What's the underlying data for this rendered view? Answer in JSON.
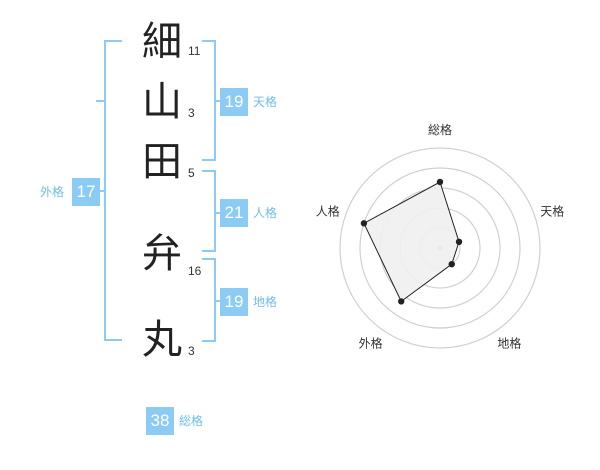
{
  "name_chars": [
    {
      "char": "細",
      "strokes": "11"
    },
    {
      "char": "山",
      "strokes": "3"
    },
    {
      "char": "田",
      "strokes": "5"
    },
    {
      "char": "弁",
      "strokes": "16"
    },
    {
      "char": "丸",
      "strokes": "3"
    }
  ],
  "fortunes": {
    "tenkaku": {
      "value": "19",
      "label": "天格"
    },
    "jinkaku": {
      "value": "21",
      "label": "人格"
    },
    "chikaku": {
      "value": "19",
      "label": "地格"
    },
    "gaikaku": {
      "value": "17",
      "label": "外格"
    },
    "soukaku": {
      "value": "38",
      "label": "総格"
    }
  },
  "colors": {
    "accent": "#8ccbf4",
    "accent_text": "#6fbde9",
    "radar_fill": "#f0f0f0",
    "radar_line": "#222222"
  },
  "chart_data": {
    "type": "radar",
    "categories": [
      "総格",
      "天格",
      "地格",
      "外格",
      "人格"
    ],
    "values": [
      3.3,
      1.0,
      1.0,
      3.3,
      4.0
    ],
    "rmax": 5,
    "rings": 5,
    "grid": true
  }
}
